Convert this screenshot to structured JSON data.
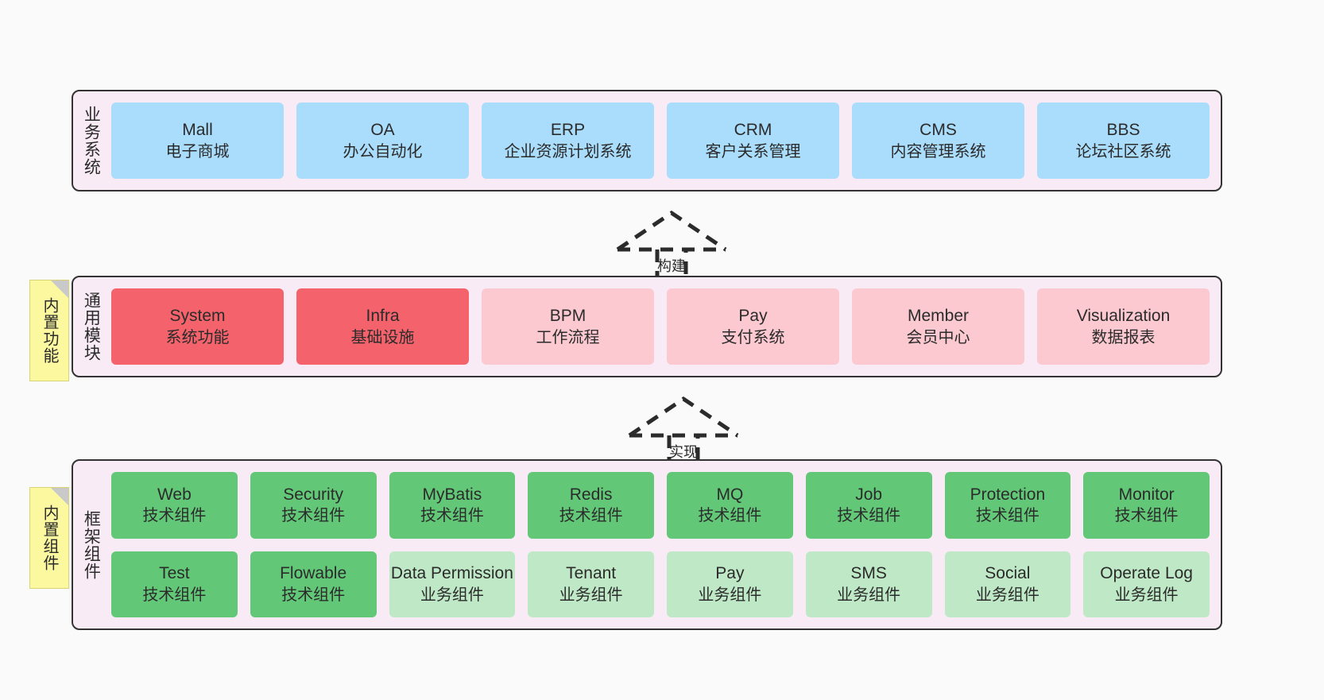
{
  "canvas": {
    "background": "#fafafa",
    "accent_border": "#333333",
    "layer_background": "#f9ebf6",
    "note_background": "#fbf8a0"
  },
  "layers": [
    {
      "id": "business-system",
      "title": "业务系统",
      "cards": [
        {
          "en": "Mall",
          "cn": "电子商城",
          "color": "#aadcfb"
        },
        {
          "en": "OA",
          "cn": "办公自动化",
          "color": "#aadcfb"
        },
        {
          "en": "ERP",
          "cn": "企业资源计划系统",
          "color": "#aadcfb"
        },
        {
          "en": "CRM",
          "cn": "客户关系管理",
          "color": "#aadcfb"
        },
        {
          "en": "CMS",
          "cn": "内容管理系统",
          "color": "#aadcfb"
        },
        {
          "en": "BBS",
          "cn": "论坛社区系统",
          "color": "#aadcfb"
        }
      ]
    },
    {
      "id": "common-module",
      "title": "通用模块",
      "note": "内置功能",
      "cards": [
        {
          "en": "System",
          "cn": "系统功能",
          "color": "#f4636b"
        },
        {
          "en": "Infra",
          "cn": "基础设施",
          "color": "#f4636b"
        },
        {
          "en": "BPM",
          "cn": "工作流程",
          "color": "#fcc9d1"
        },
        {
          "en": "Pay",
          "cn": "支付系统",
          "color": "#fcc9d1"
        },
        {
          "en": "Member",
          "cn": "会员中心",
          "color": "#fcc9d1"
        },
        {
          "en": "Visualization",
          "cn": "数据报表",
          "color": "#fcc9d1"
        }
      ]
    },
    {
      "id": "framework-component",
      "title": "框架组件",
      "note": "内置组件",
      "row1": [
        {
          "en": "Web",
          "cn": "技术组件",
          "color": "#62c878"
        },
        {
          "en": "Security",
          "cn": "技术组件",
          "color": "#62c878"
        },
        {
          "en": "MyBatis",
          "cn": "技术组件",
          "color": "#62c878"
        },
        {
          "en": "Redis",
          "cn": "技术组件",
          "color": "#62c878"
        },
        {
          "en": "MQ",
          "cn": "技术组件",
          "color": "#62c878"
        },
        {
          "en": "Job",
          "cn": "技术组件",
          "color": "#62c878"
        },
        {
          "en": "Protection",
          "cn": "技术组件",
          "color": "#62c878"
        },
        {
          "en": "Monitor",
          "cn": "技术组件",
          "color": "#62c878"
        }
      ],
      "row2": [
        {
          "en": "Test",
          "cn": "技术组件",
          "color": "#62c878"
        },
        {
          "en": "Flowable",
          "cn": "技术组件",
          "color": "#62c878"
        },
        {
          "en": "Data Permission",
          "cn": "业务组件",
          "color": "#bfe9c6"
        },
        {
          "en": "Tenant",
          "cn": "业务组件",
          "color": "#bfe9c6"
        },
        {
          "en": "Pay",
          "cn": "业务组件",
          "color": "#bfe9c6"
        },
        {
          "en": "SMS",
          "cn": "业务组件",
          "color": "#bfe9c6"
        },
        {
          "en": "Social",
          "cn": "业务组件",
          "color": "#bfe9c6"
        },
        {
          "en": "Operate Log",
          "cn": "业务组件",
          "color": "#bfe9c6"
        }
      ]
    }
  ],
  "arrows": [
    {
      "id": "build",
      "label": "构建"
    },
    {
      "id": "implement",
      "label": "实现"
    }
  ]
}
